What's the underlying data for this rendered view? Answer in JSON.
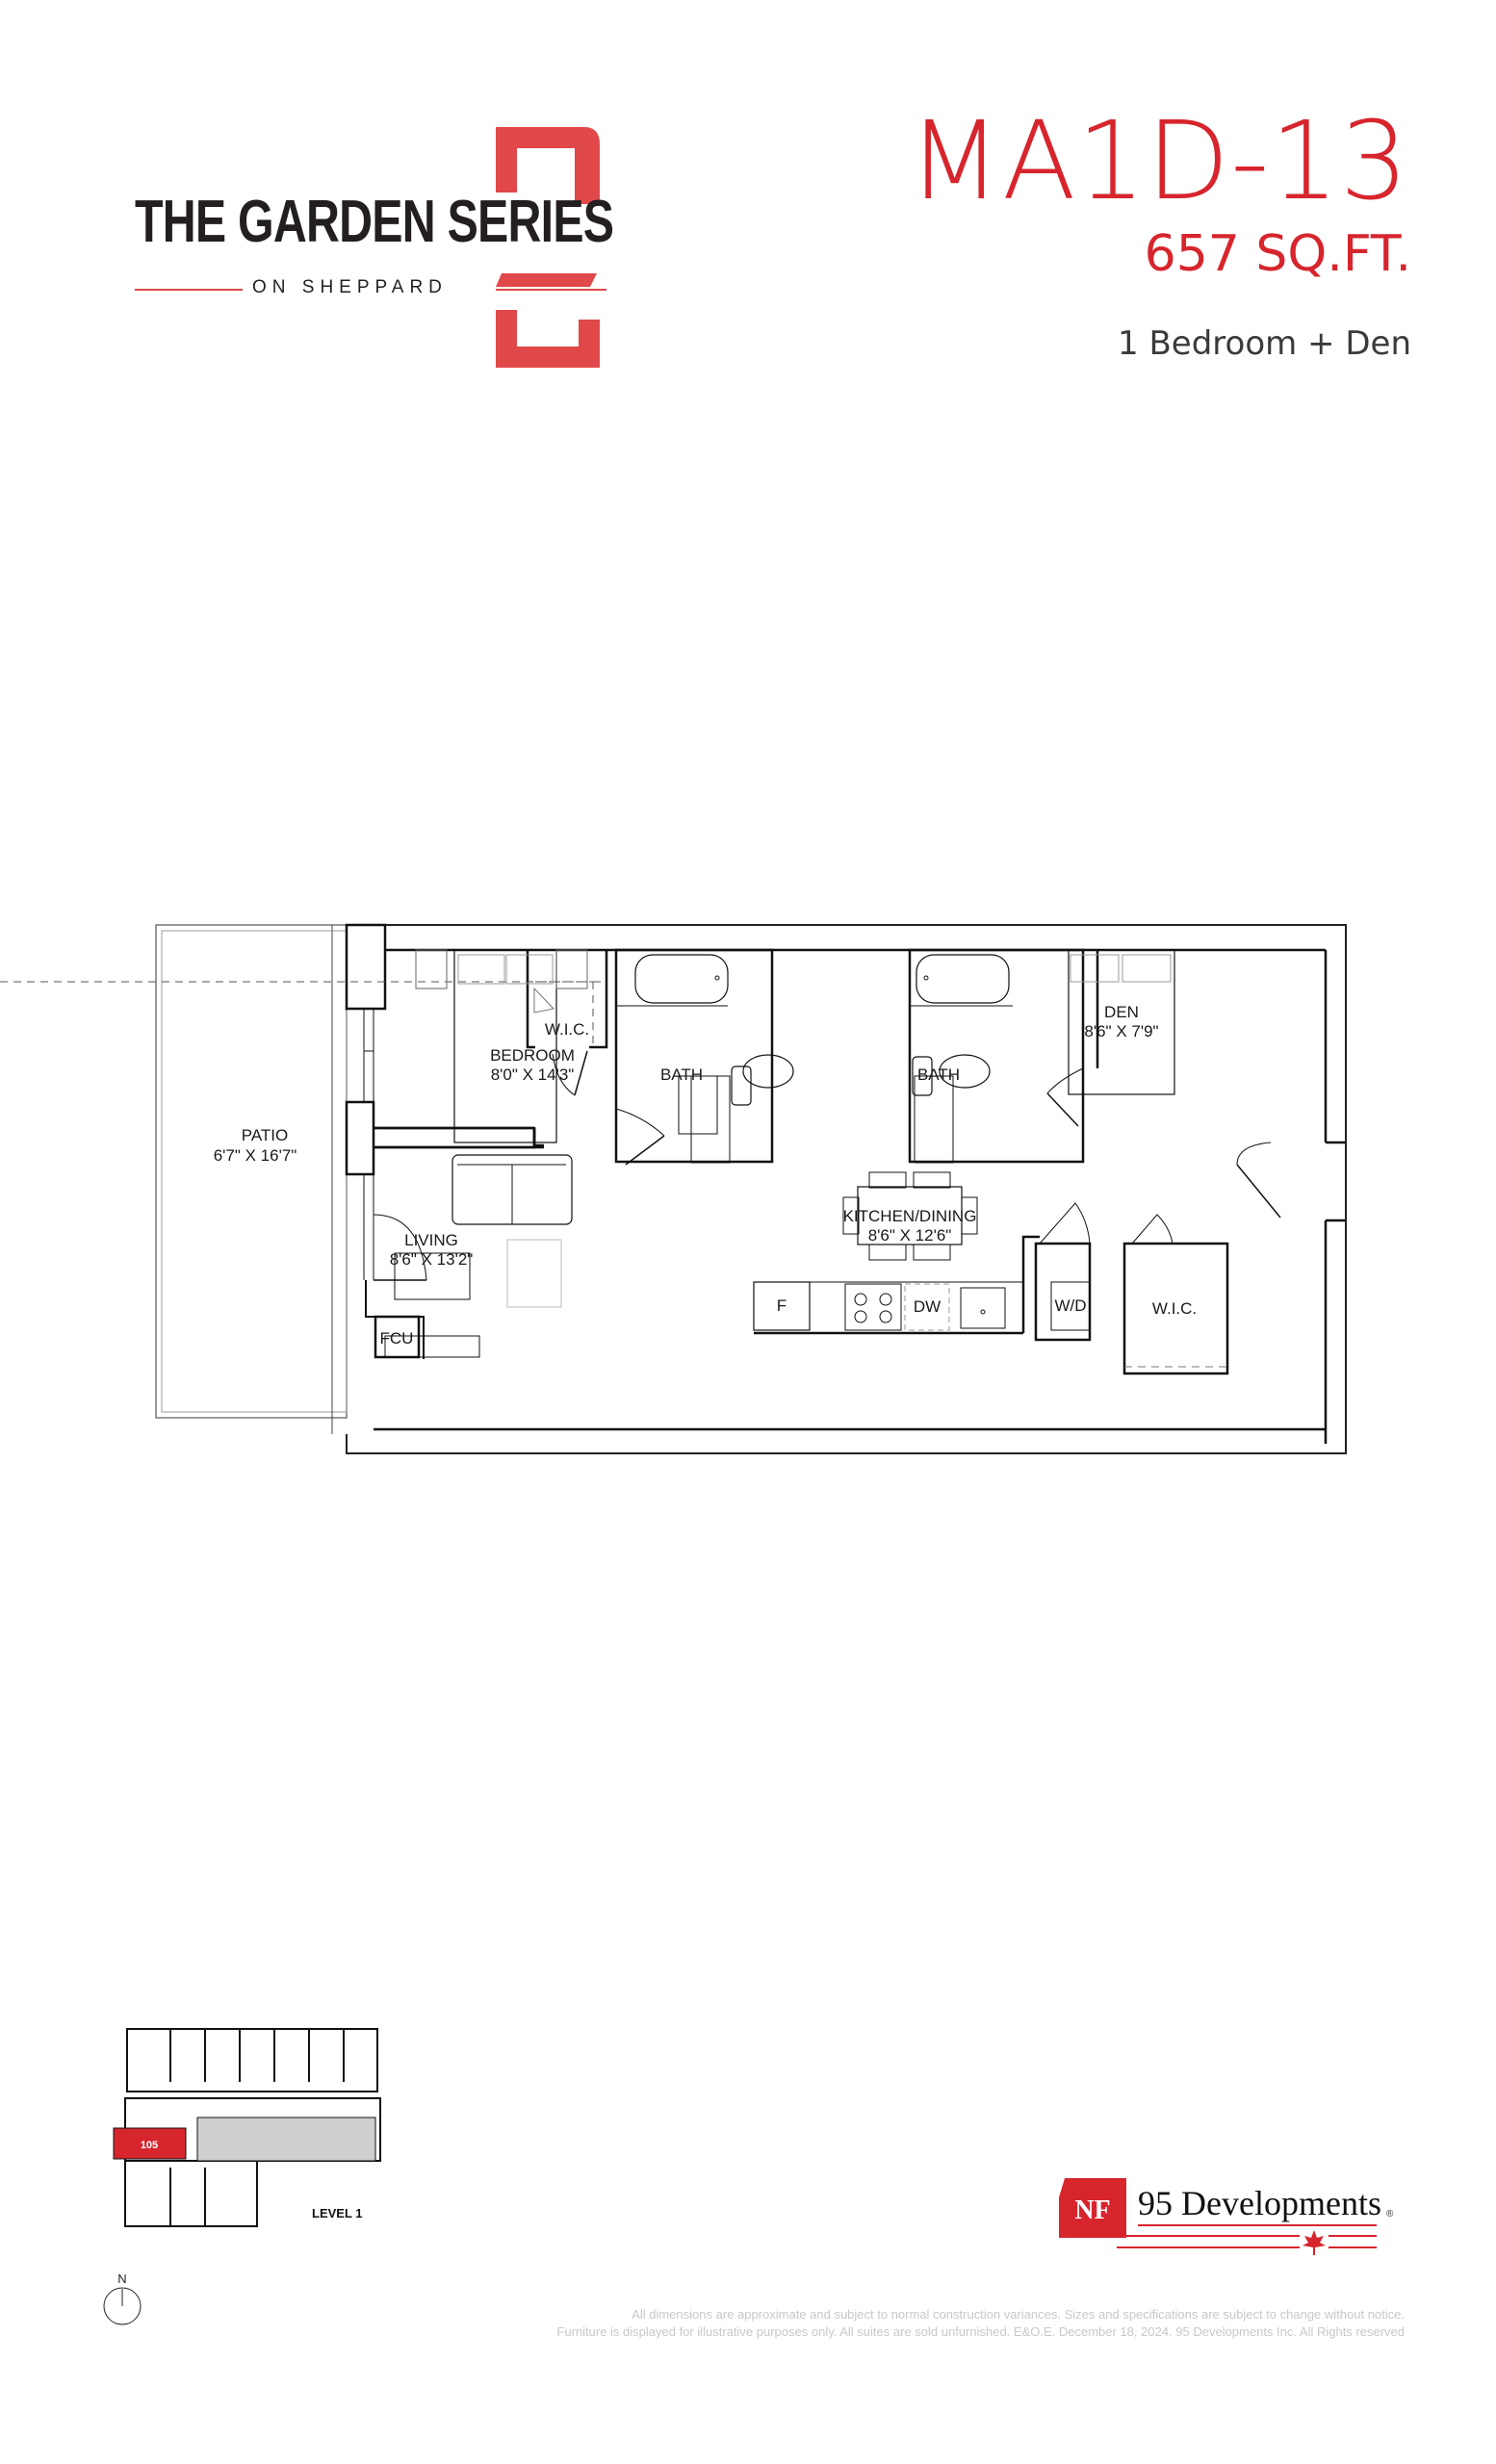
{
  "brand": {
    "title": "THE GARDEN SERIES",
    "subtitle": "ON SHEPPARD",
    "series_number": "2",
    "accent_color": "#e0484a"
  },
  "unit": {
    "code": "MA1D-13",
    "size": "657 SQ.FT.",
    "type": "1 Bedroom + Den",
    "title_color": "#d7252d"
  },
  "floor_plan": {
    "rooms": [
      {
        "name": "PATIO",
        "dims": "6'7\" X 16'7\""
      },
      {
        "name": "BEDROOM",
        "dims": "8'0\" X 14'3\""
      },
      {
        "name": "W.I.C.",
        "dims": ""
      },
      {
        "name": "BATH",
        "dims": ""
      },
      {
        "name": "BATH",
        "dims": ""
      },
      {
        "name": "DEN",
        "dims": "8'6\" X 7'9\""
      },
      {
        "name": "LIVING",
        "dims": "8'6\" X 13'2\""
      },
      {
        "name": "KITCHEN/DINING",
        "dims": "8'6\" X 12'6\""
      },
      {
        "name": "W.I.C.",
        "dims": ""
      }
    ],
    "fixtures": {
      "fcu": "FCU",
      "fridge": "F",
      "dishwasher": "DW",
      "washer_dryer": "W/D"
    }
  },
  "key_plan": {
    "highlighted_unit": "105",
    "level": "LEVEL 1",
    "highlight_color": "#d7252d"
  },
  "compass": {
    "north_label": "N"
  },
  "developer": {
    "badge": "NF",
    "name": "95 Developments",
    "registered": "®"
  },
  "disclaimer": {
    "line1": "All dimensions are approximate and subject to normal construction variances.  Sizes and specifications are subject to change without notice.",
    "line2": "Furniture is displayed for illustrative purposes only. All suites are sold unfurnished. E&O.E. December 18, 2024. 95 Developments Inc. All Rights reserved"
  }
}
